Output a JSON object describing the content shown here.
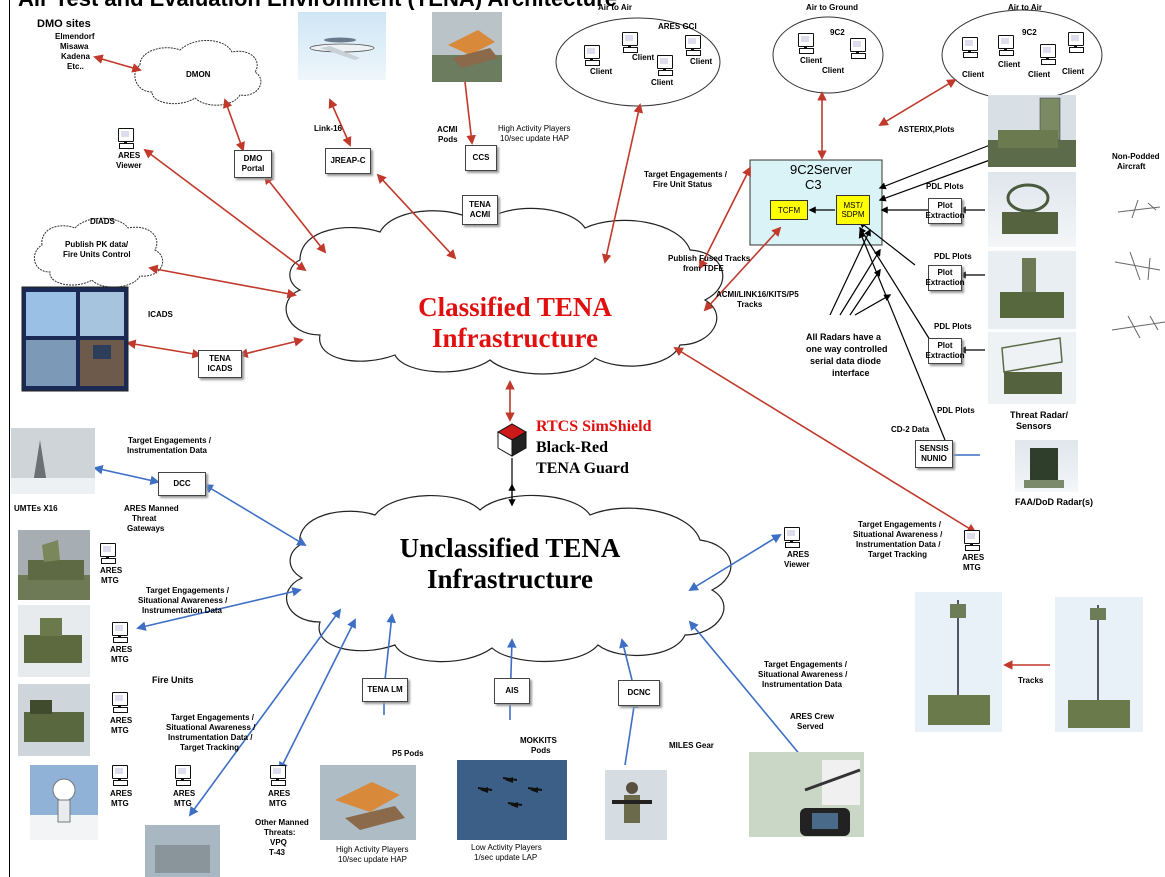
{
  "header_fragment": "Air Test and Evaluation Environment (TENA) Architecture",
  "clouds": {
    "classified": {
      "line1": "Classified TENA",
      "line2": "Infrastructure"
    },
    "unclassified": {
      "line1": "Unclassified TENA",
      "line2": "Infrastructure"
    }
  },
  "guard": {
    "title": "RTCS SimShield",
    "line1": "Black-Red",
    "line2": "TENA Guard"
  },
  "left_top": {
    "dmo_sites": "DMO sites",
    "dmo_list": [
      "Elmendorf",
      "Misawa",
      "Kadena",
      "Etc.."
    ],
    "dmon": "DMON",
    "dmo_portal": [
      "DMO",
      "Portal"
    ],
    "ares_viewer": [
      "ARES",
      "Viewer"
    ],
    "diads_title": "DIADS",
    "diads_text": [
      "Publish PK data/",
      "Fire Units Control"
    ],
    "icads": "ICADS",
    "tena_icads": [
      "TENA",
      "ICADS"
    ]
  },
  "top_center": {
    "link16": "Link-16",
    "jreap": "JREAP-C",
    "acmi_pods": [
      "ACMI",
      "Pods"
    ],
    "high_activity": [
      "High Activity Players",
      "10/sec update HAP"
    ],
    "ccs": "CCS",
    "tena_acmi": [
      "TENA",
      "ACMI"
    ]
  },
  "client_groups": {
    "air_to_air_1": "Air to Air",
    "ares_gci": "ARES GCI",
    "air_to_ground": "Air to Ground",
    "air_to_air_2": "Air to Air",
    "nine_c2": "9C2",
    "client": "Client"
  },
  "right_top": {
    "target_engagements": [
      "Target Engagements /",
      "Fire Unit Status"
    ],
    "publish_fused": [
      "Publish Fused Tracks",
      "from TDFE"
    ],
    "acmi_tracks": [
      "ACMI/LINK16/KITS/P5",
      "Tracks"
    ],
    "asterix": "ASTERIX,Plots",
    "server": [
      "9C2Server",
      "C3"
    ],
    "tcfm": "TCFM",
    "mst": [
      "MST/",
      "SDPM"
    ],
    "pdl_plots": "PDL Plots",
    "plot_extraction": [
      "Plot",
      "Extraction"
    ],
    "radars_note": [
      "All Radars have a",
      "one way controlled",
      "serial data diode",
      "interface"
    ],
    "non_podded": [
      "Non-Podded",
      "Aircraft"
    ],
    "threat_radar": [
      "Threat Radar/",
      "Sensors"
    ],
    "cd2": "CD-2 Data",
    "sensis": [
      "SENSIS",
      "NUNIO"
    ],
    "faa": "FAA/DoD Radar(s)"
  },
  "left_bottom": {
    "target_instr": [
      "Target Engagements /",
      "Instrumentation Data"
    ],
    "dcc": "DCC",
    "umtes": "UMTEs X16",
    "ares_manned": [
      "ARES Manned",
      "Threat",
      "Gateways"
    ],
    "ares_mtg": [
      "ARES",
      "MTG"
    ],
    "target_sa": [
      "Target Engagements /",
      "Situational Awareness /",
      "Instrumentation Data"
    ],
    "fire_units": "Fire Units",
    "target_sa_tracking": [
      "Target Engagements /",
      "Situational Awareness /",
      "Instrumentation Data /",
      "Target Tracking"
    ],
    "other_manned": [
      "Other Manned",
      "Threats:",
      "VPQ",
      "T-43"
    ]
  },
  "bottom_center": {
    "tena_lm": "TENA LM",
    "p5_pods": "P5 Pods",
    "high_activity": [
      "High Activity Players",
      "10/sec update HAP"
    ],
    "ais": "AIS",
    "mokkits": [
      "MOKKITS",
      "Pods"
    ],
    "low_activity": [
      "Low Activity Players",
      "1/sec update LAP"
    ],
    "dcnc": "DCNC",
    "miles": "MILES Gear"
  },
  "right_bottom": {
    "ares_viewer": [
      "ARES",
      "Viewer"
    ],
    "target_sa_tracking": [
      "Target Engagements /",
      "Situational Awareness /",
      "Instrumentation Data /",
      "Target Tracking"
    ],
    "ares_mtg": [
      "ARES",
      "MTG"
    ],
    "target_sa": [
      "Target Engagements /",
      "Situational Awareness /",
      "Instrumentation Data"
    ],
    "ares_crew": [
      "ARES Crew",
      "Served"
    ],
    "tracks": "Tracks"
  },
  "colors": {
    "red_arrow": "#c0392b",
    "blue_arrow": "#3d6fc4",
    "black_arrow": "#000000",
    "classified_text": "#e01010",
    "server_fill": "#d9f3f7",
    "yellow_box": "#ffff00"
  }
}
